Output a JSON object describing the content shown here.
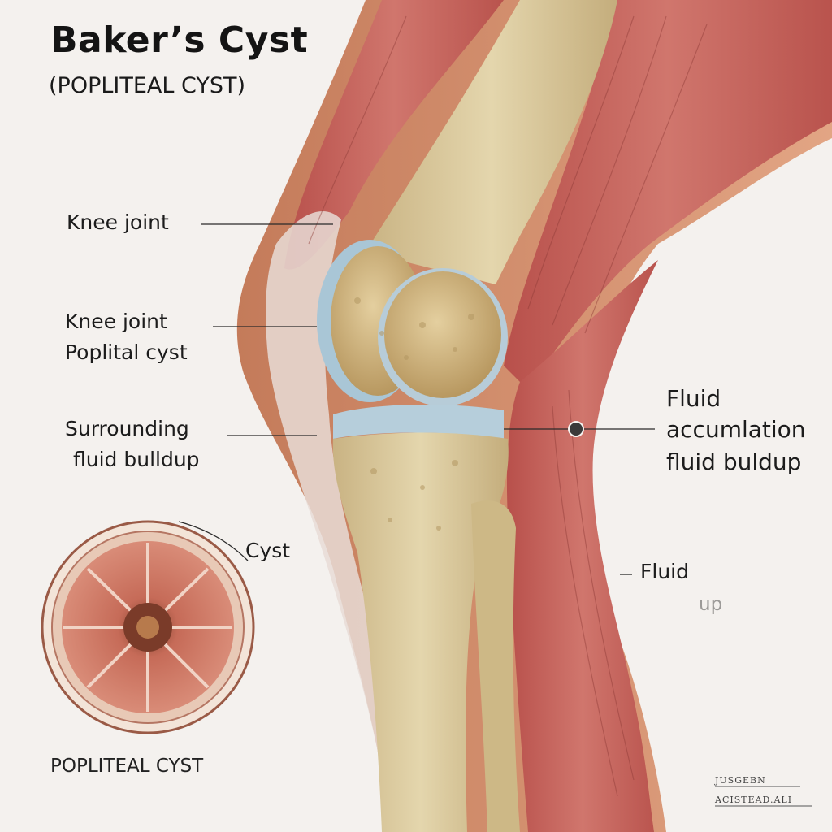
{
  "title": "Baker’s Cyst",
  "subtitle": "(POPLITEAL CYST)",
  "labels": {
    "knee_joint_1": "Knee joint",
    "knee_joint_2": "Knee joint",
    "poplital_cyst": "Poplital cyst",
    "surrounding": "Surrounding",
    "fluid_buildup_left": "fluid bulldup",
    "right_fluid": "Fluid",
    "right_accumulation": "accumlation",
    "right_fluid_buildup": "fluid buldup",
    "cyst": "Cyst",
    "lower_fluid": "Fluid",
    "lower_faded": "up"
  },
  "caption": "POPLITEAL CYST",
  "signature": {
    "line1": "JUSGEBN",
    "line2": "ACISTEAD.ALI"
  },
  "colors": {
    "background": "#f4f1ee",
    "muscle": "#c9655f",
    "muscle_dark": "#a94a46",
    "bone": "#d8c79a",
    "cartilage": "#b9cdd9",
    "skin": "#d89a78"
  }
}
